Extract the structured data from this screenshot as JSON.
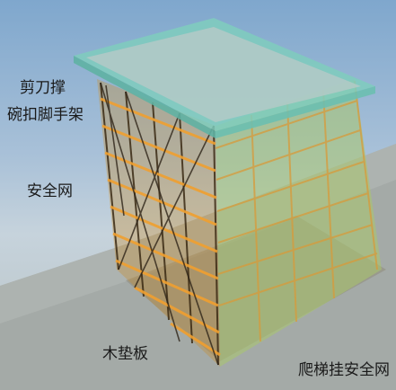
{
  "labels": {
    "scissor_brace": "剪刀撑",
    "cuplock_scaffold": "碗扣脚手架",
    "safety_net": "安全网",
    "wood_pad": "木垫板",
    "ladder_safety_net": "爬梯挂安全网"
  },
  "colors": {
    "sky": "#8fb2d3",
    "ground": "#a9b0ad",
    "scaffold": "#e0962a",
    "mesh": "#a8c86a",
    "deck": "#8fd1c4"
  }
}
